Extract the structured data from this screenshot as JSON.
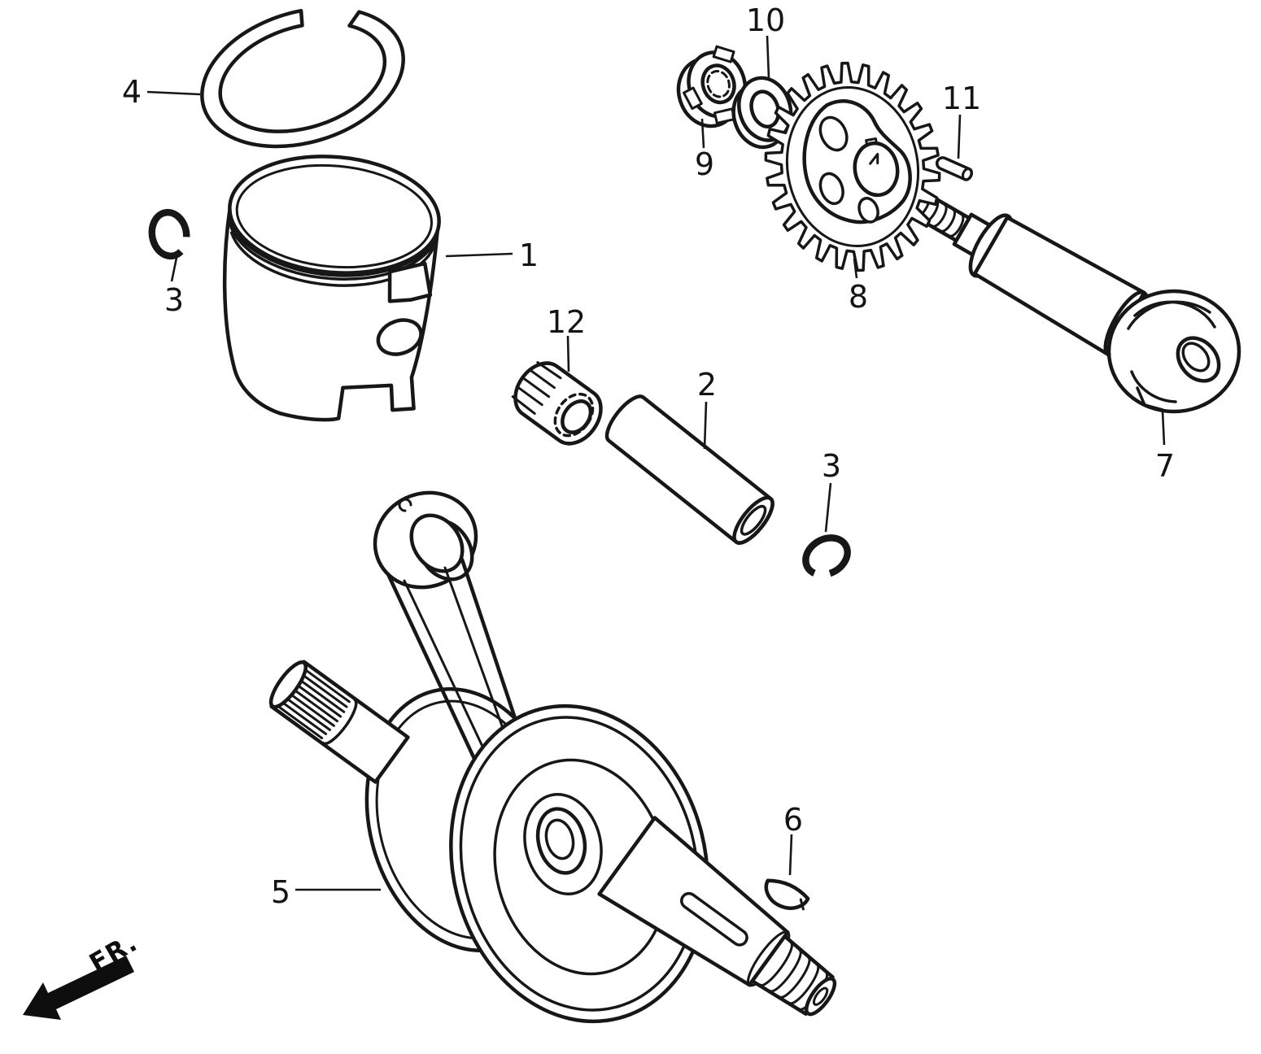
{
  "palette": {
    "ink": "#171717",
    "paper": "#ffffff"
  },
  "front_marker": {
    "label": "FR."
  },
  "callouts": [
    {
      "label": "1"
    },
    {
      "label": "2"
    },
    {
      "label": "3"
    },
    {
      "label": "3"
    },
    {
      "label": "4"
    },
    {
      "label": "5"
    },
    {
      "label": "6"
    },
    {
      "label": "7"
    },
    {
      "label": "8"
    },
    {
      "label": "9"
    },
    {
      "label": "10"
    },
    {
      "label": "11"
    },
    {
      "label": "12"
    }
  ]
}
